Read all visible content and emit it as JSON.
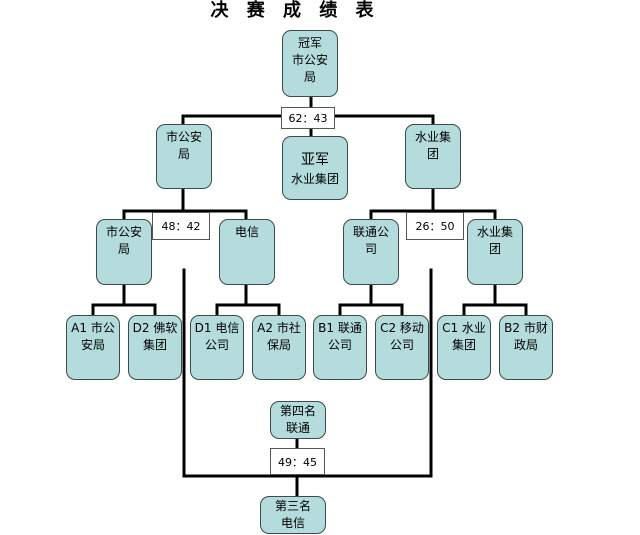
{
  "title": "决 赛 成 绩 表",
  "champion": {
    "l1": "冠军",
    "l2": "市公安",
    "l3": "局"
  },
  "final_score": "62：43",
  "runner_up": {
    "l1": "亚军",
    "l2": "水业集团"
  },
  "semi_left": {
    "l1": "市公安",
    "l2": "局"
  },
  "semi_right": {
    "l1": "水业集",
    "l2": "团"
  },
  "semi_left_score": "48：42",
  "semi_right_score": "26：50",
  "qf": {
    "a": {
      "l1": "市公安",
      "l2": "局"
    },
    "b": {
      "l1": "电信",
      "l2": ""
    },
    "c": {
      "l1": "联通公",
      "l2": "司"
    },
    "d": {
      "l1": "水业集",
      "l2": "团"
    }
  },
  "teams": [
    {
      "l1": "A1 市公",
      "l2": "安局"
    },
    {
      "l1": "D2 佛软",
      "l2": "集团"
    },
    {
      "l1": "D1 电信",
      "l2": "公司"
    },
    {
      "l1": "A2 市社",
      "l2": "保局"
    },
    {
      "l1": "B1 联通",
      "l2": "公司"
    },
    {
      "l1": "C2 移动",
      "l2": "公司"
    },
    {
      "l1": "C1 水业",
      "l2": "集团"
    },
    {
      "l1": "B2 市财",
      "l2": "政局"
    }
  ],
  "fourth": {
    "l1": "第四名",
    "l2": "联通"
  },
  "third_score": "49：45",
  "third": {
    "l1": "第三名",
    "l2": "电信"
  }
}
